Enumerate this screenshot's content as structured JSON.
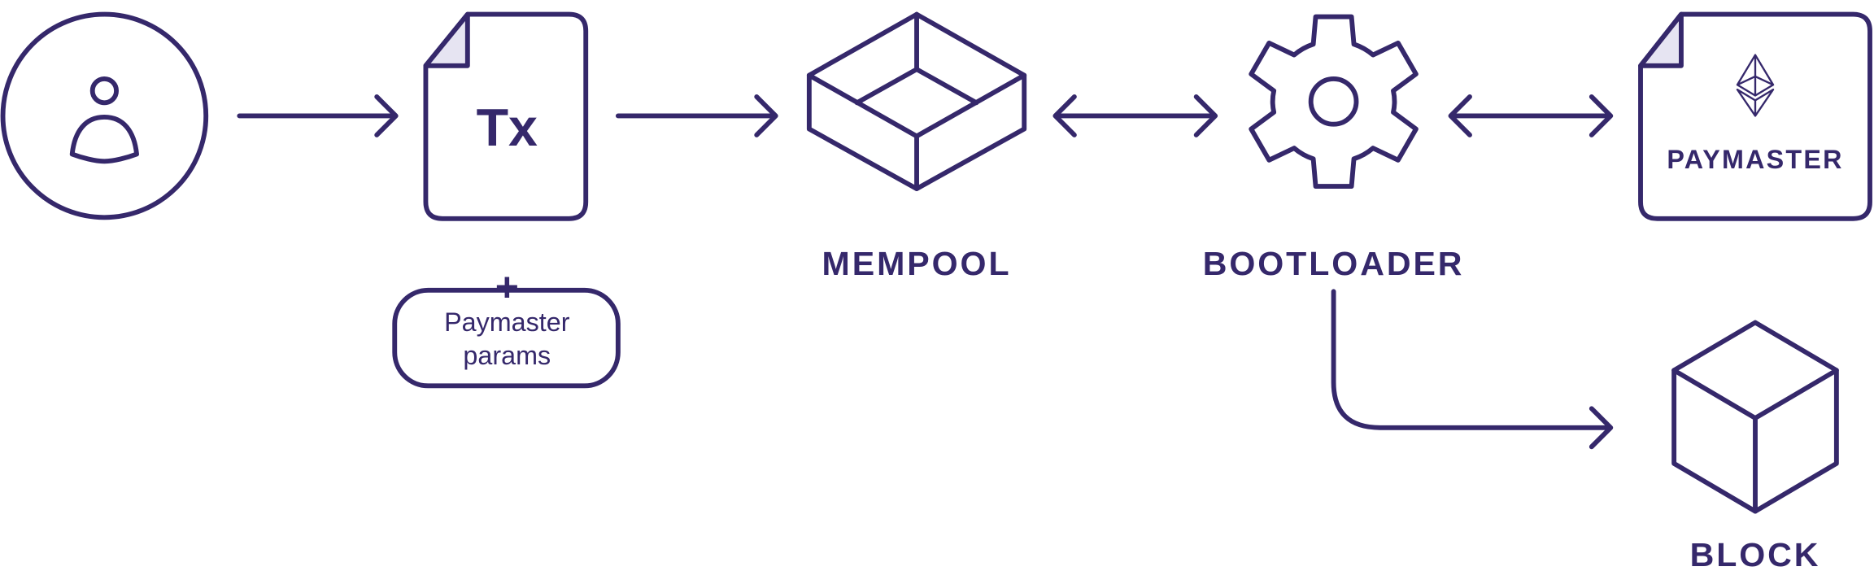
{
  "colors": {
    "stroke": "#35286b",
    "fold_fill": "#e6e4f2",
    "background": "#ffffff"
  },
  "nodes": {
    "user": {
      "icon": "user-icon"
    },
    "tx": {
      "label": "Tx",
      "icon": "document-icon"
    },
    "plus": "+",
    "paymaster_params": {
      "line1": "Paymaster",
      "line2": "params"
    },
    "mempool": {
      "label": "MEMPOOL",
      "icon": "tray-icon"
    },
    "bootloader": {
      "label": "BOOTLOADER",
      "icon": "gear-icon"
    },
    "paymaster": {
      "label": "PAYMASTER",
      "icon": "ethereum-icon"
    },
    "block": {
      "label": "BLOCK",
      "icon": "cube-icon"
    }
  },
  "edges": [
    {
      "from": "user",
      "to": "tx",
      "direction": "forward"
    },
    {
      "from": "tx",
      "to": "mempool",
      "direction": "forward"
    },
    {
      "from": "mempool",
      "to": "bootloader",
      "direction": "both"
    },
    {
      "from": "bootloader",
      "to": "paymaster",
      "direction": "both"
    },
    {
      "from": "bootloader",
      "to": "block",
      "direction": "forward"
    }
  ]
}
